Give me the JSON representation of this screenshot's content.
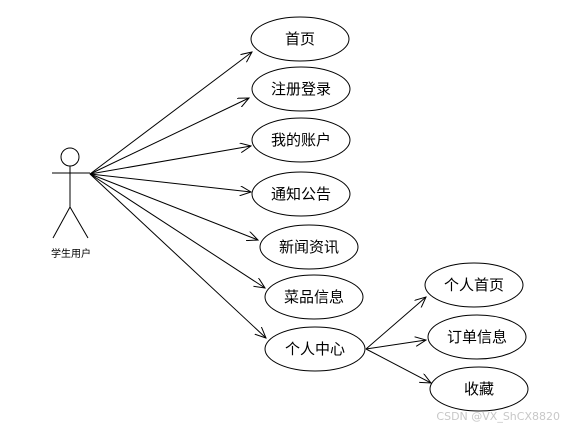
{
  "actor": {
    "label": "学生用户"
  },
  "use_cases": [
    {
      "id": "home",
      "label": "首页"
    },
    {
      "id": "register-login",
      "label": "注册登录"
    },
    {
      "id": "my-account",
      "label": "我的账户"
    },
    {
      "id": "notice",
      "label": "通知公告"
    },
    {
      "id": "news",
      "label": "新闻资讯"
    },
    {
      "id": "dish-info",
      "label": "菜品信息"
    },
    {
      "id": "personal-center",
      "label": "个人中心"
    }
  ],
  "sub_use_cases": [
    {
      "id": "personal-home",
      "label": "个人首页"
    },
    {
      "id": "order-info",
      "label": "订单信息"
    },
    {
      "id": "favorites",
      "label": "收藏"
    }
  ],
  "watermark": "CSDN @VX_ShCX8820"
}
